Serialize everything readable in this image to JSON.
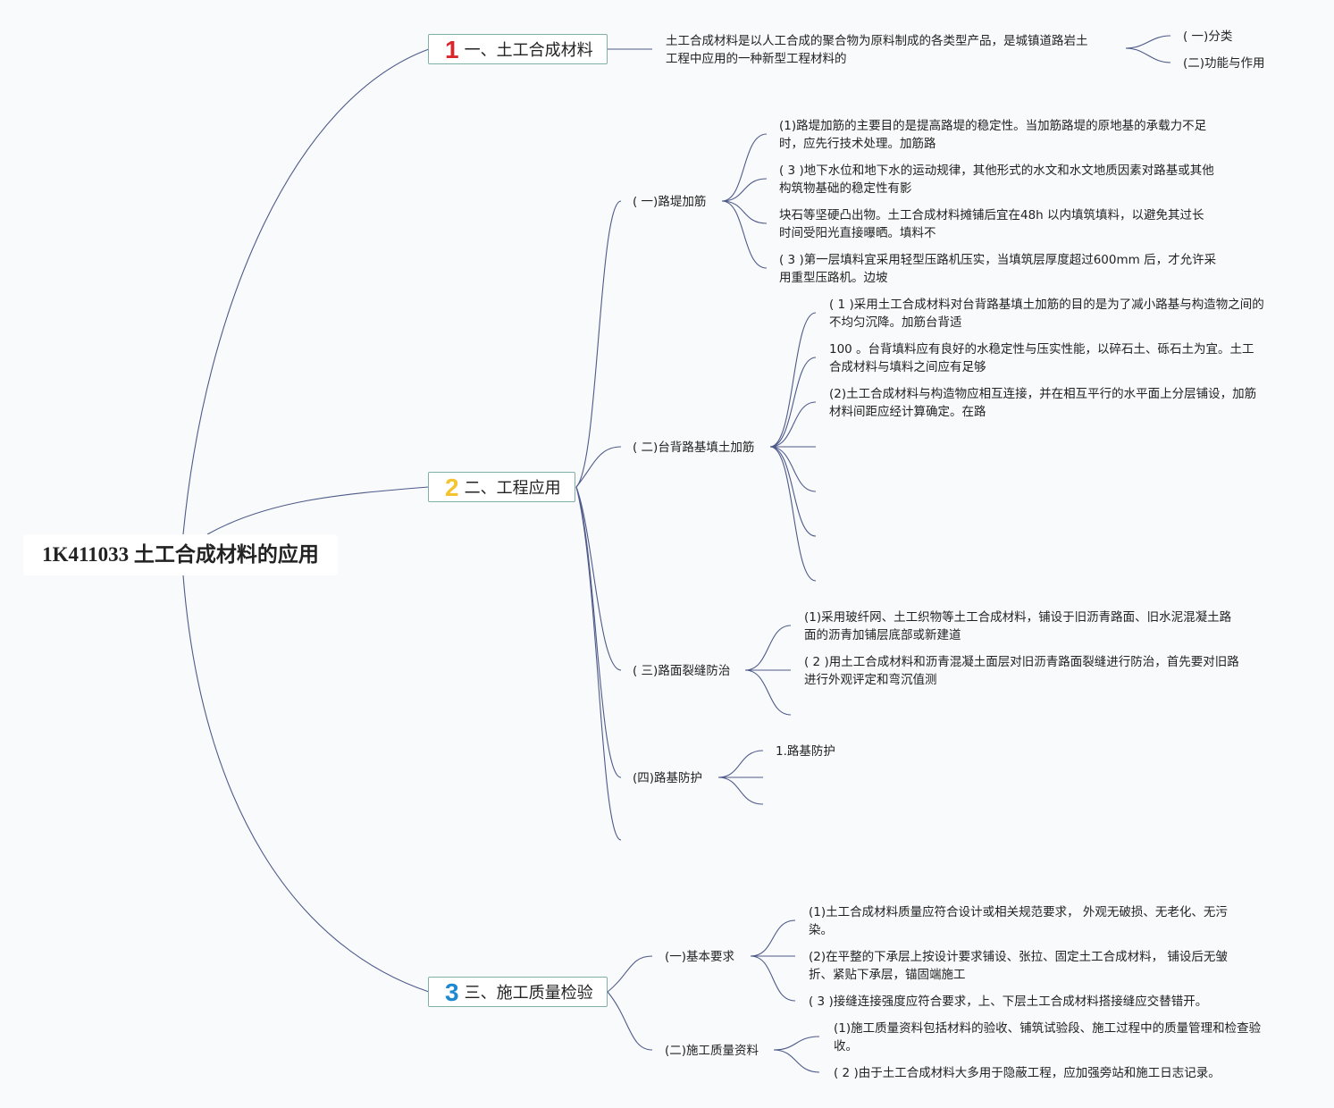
{
  "root": {
    "title": "1K411033 土工合成材料的应用"
  },
  "colors": {
    "line": "#4d5a8a",
    "num1": "#d9262c",
    "num2": "#f4c430",
    "num3": "#1e88d0",
    "border": "#7fb0a6"
  },
  "section1": {
    "number": "1",
    "title": "一、土工合成材料",
    "desc_line1": "土工合成材料是以人工合成的聚合物为原料制成的各类型产品，是城镇道路岩土",
    "desc_line2": "工程中应用的一种新型工程材料的",
    "item1": "( 一)分类",
    "item2": "(二)功能与作用"
  },
  "section2": {
    "number": "2",
    "title": "二、工程应用",
    "sub1": {
      "title": "( 一)路堤加筋",
      "leaves": [
        [
          "(1)路堤加筋的主要目的是提高路堤的稳定性。当加筋路堤的原地基的承载力不足",
          "时，应先行技术处理。加筋路"
        ],
        [
          "( 3 )地下水位和地下水的运动规律，其他形式的水文和水文地质因素对路基或其他",
          "构筑物基础的稳定性有影"
        ],
        [
          "块石等坚硬凸出物。土工合成材料摊铺后宜在48h 以内填筑填料，以避免其过长",
          "时间受阳光直接曝晒。填料不"
        ],
        [
          "( 3 )第一层填料宜采用轻型压路机压实，当填筑层厚度超过600mm 后，才允许采",
          "用重型压路机。边坡"
        ]
      ]
    },
    "sub2": {
      "title": "( 二)台背路基填土加筋",
      "leaves": [
        [
          "( 1 )采用土工合成材料对台背路基填土加筋的目的是为了减小路基与构造物之间的",
          "不均匀沉降。加筋台背适"
        ],
        [
          "100 。台背填料应有良好的水稳定性与压实性能，以碎石土、砾石土为宜。土工",
          "合成材料与填料之间应有足够"
        ],
        [
          "(2)土工合成材料与构造物应相互连接，并在相互平行的水平面上分层铺设，加筋",
          "材料间距应经计算确定。在路"
        ]
      ]
    },
    "sub3": {
      "title": "( 三)路面裂缝防治",
      "leaves": [
        [
          "(1)采用玻纤网、土工织物等土工合成材料，铺设于旧沥青路面、旧水泥混凝土路",
          "面的沥青加铺层底部或新建道"
        ],
        [
          "( 2 )用土工合成材料和沥青混凝土面层对旧沥青路面裂缝进行防治，首先要对旧路",
          "进行外观评定和弯沉值测"
        ]
      ]
    },
    "sub4": {
      "title": "(四)路基防护",
      "leaves": [
        [
          "1.路基防护",
          ""
        ]
      ]
    }
  },
  "section3": {
    "number": "3",
    "title": "三、施工质量检验",
    "sub1": {
      "title": "(一)基本要求",
      "leaves": [
        [
          "(1)土工合成材料质量应符合设计或相关规范要求， 外观无破损、无老化、无污",
          "染。"
        ],
        [
          "(2)在平整的下承层上按设计要求铺设、张拉、固定土工合成材料， 铺设后无皱",
          "折、紧贴下承层，锚固端施工"
        ],
        [
          "( 3 )接缝连接强度应符合要求，上、下层土工合成材料搭接缝应交替错开。",
          ""
        ]
      ]
    },
    "sub2": {
      "title": "(二)施工质量资料",
      "leaves": [
        [
          "(1)施工质量资料包括材料的验收、铺筑试验段、施工过程中的质量管理和检查验",
          "收。"
        ],
        [
          "( 2 )由于土工合成材料大多用于隐蔽工程，应加强旁站和施工日志记录。",
          ""
        ]
      ]
    }
  }
}
